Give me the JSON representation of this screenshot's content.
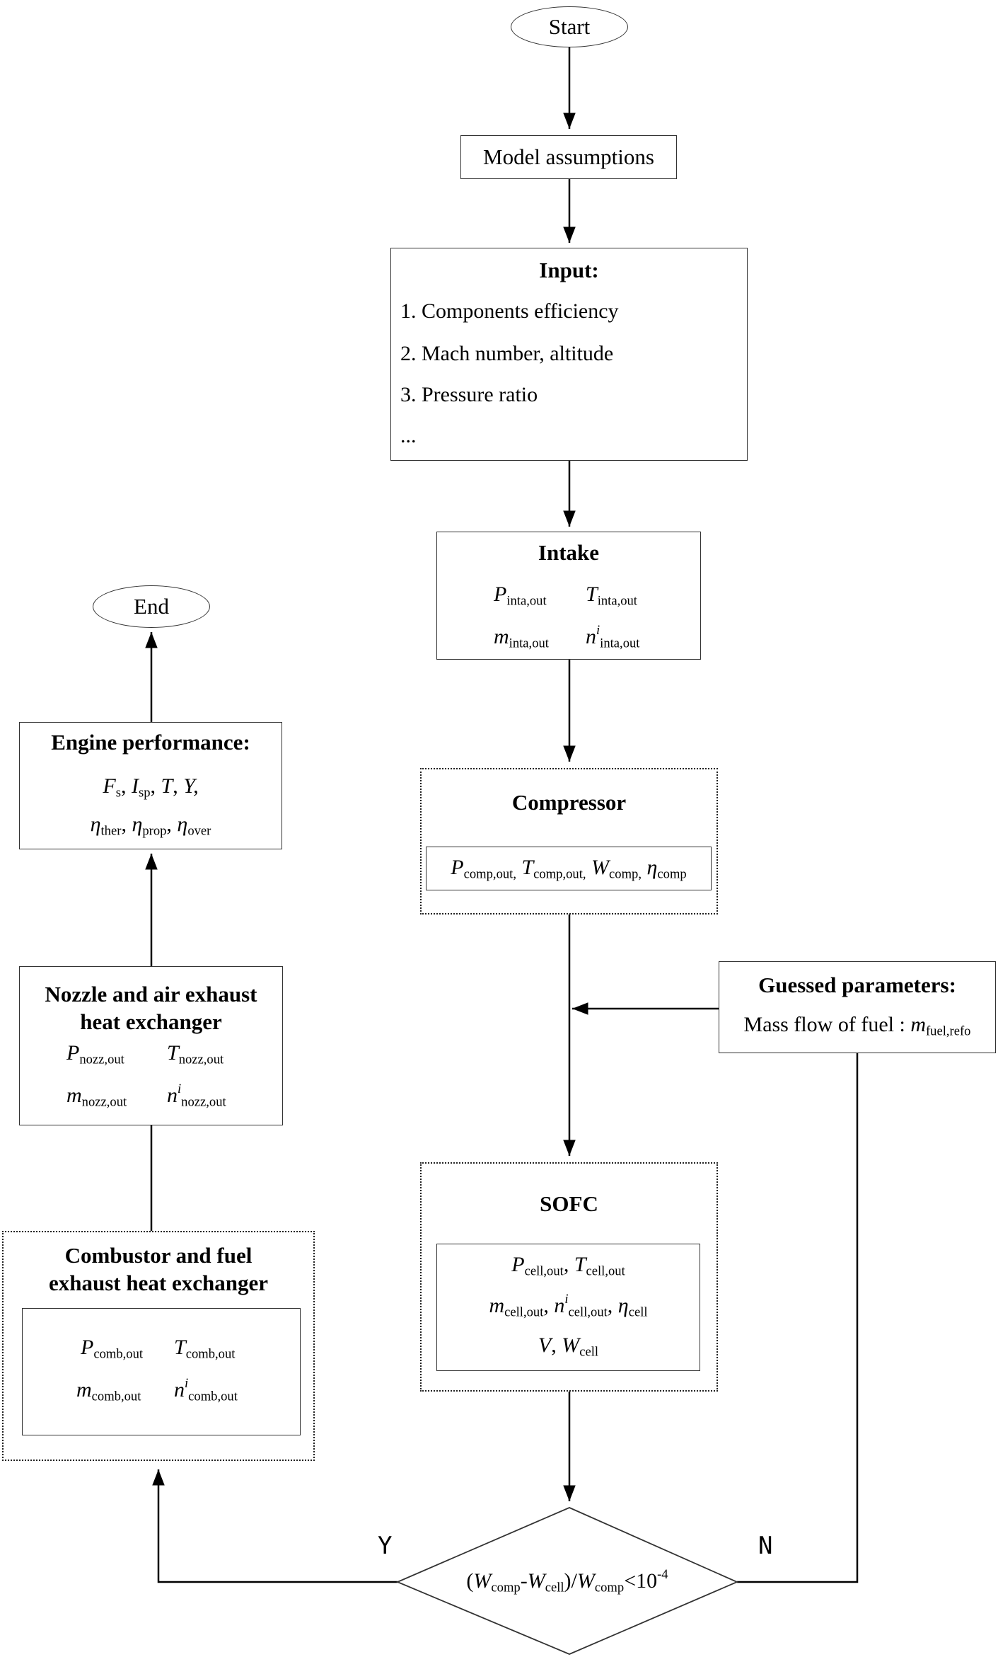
{
  "start": "Start",
  "end": "End",
  "assumptions": "Model assumptions",
  "input": {
    "title": "Input:",
    "items": [
      "1. Components efficiency",
      "2. Mach number, altitude",
      "3. Pressure ratio",
      "..."
    ]
  },
  "intake": {
    "title": "Intake",
    "p": "P",
    "p_sub": "inta,out",
    "t": "T",
    "t_sub": "inta,out",
    "m": "m",
    "m_sub": "inta,out",
    "n": "n",
    "n_sup": "i",
    "n_sub": "inta,out"
  },
  "compressor": {
    "title": "Compressor",
    "p": "P",
    "p_sub": "comp,out,",
    "t": "T",
    "t_sub": "comp,out,",
    "w": "W",
    "w_sub": "comp,",
    "eta": "η",
    "eta_sub": "comp"
  },
  "guessed": {
    "title": "Guessed parameters:",
    "text": "Mass flow of fuel : ",
    "m": "m",
    "m_sub": "fuel,refo"
  },
  "sofc": {
    "title": "SOFC",
    "p": "P",
    "p_sub": "cell,out",
    "t": "T",
    "t_sub": "cell,out",
    "m": "m",
    "m_sub": "cell,out",
    "n": "n",
    "n_sup": "i",
    "n_sub": "cell,out",
    "eta": "η",
    "eta_sub": "cell",
    "v": "V",
    "w": "W",
    "w_sub": "cell"
  },
  "decision": {
    "w1": "W",
    "w1_sub": "comp",
    "w2": "W",
    "w2_sub": "cell",
    "w3": "W",
    "w3_sub": "comp",
    "ten": "10",
    "exp": "-4",
    "yes": "Y",
    "no": "N"
  },
  "combustor": {
    "title_line1": "Combustor and fuel",
    "title_line2": "exhaust heat exchanger",
    "p": "P",
    "p_sub": "comb,out",
    "t": "T",
    "t_sub": "comb,out",
    "m": "m",
    "m_sub": "comb,out",
    "n": "n",
    "n_sup": "i",
    "n_sub": "comb,out"
  },
  "nozzle": {
    "title_line1": "Nozzle and air exhaust",
    "title_line2": "heat exchanger",
    "p": "P",
    "p_sub": "nozz,out",
    "t": "T",
    "t_sub": "nozz,out",
    "m": "m",
    "m_sub": "nozz,out",
    "n": "n",
    "n_sup": "i",
    "n_sub": "nozz,out"
  },
  "performance": {
    "title": "Engine performance:",
    "fs": "F",
    "fs_sub": "s",
    "isp": "I",
    "isp_sub": "sp",
    "t": "T",
    "y": "Y,",
    "eta1": "η",
    "eta1_sub": "ther",
    "eta2": "η",
    "eta2_sub": "prop",
    "eta3": "η",
    "eta3_sub": "over"
  }
}
